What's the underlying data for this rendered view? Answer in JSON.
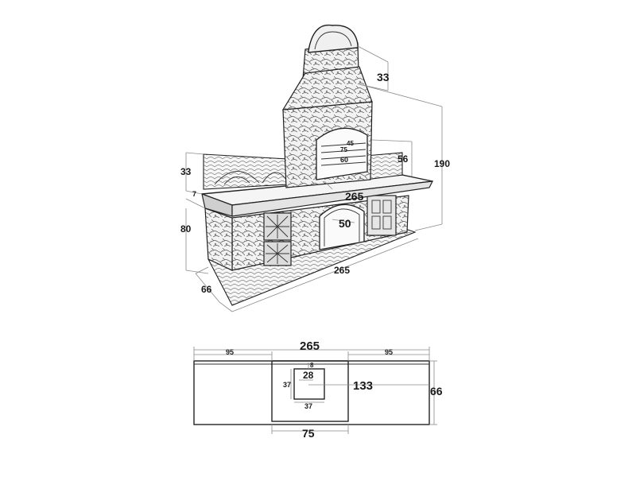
{
  "perspective_dimensions": {
    "chimney_top_offset": "33",
    "total_height": "190",
    "backsplash_height": "33",
    "counter_thickness": "7",
    "base_height": "80",
    "depth": "66",
    "width_front": "265",
    "width_counter": "265",
    "oven_side_height": "56",
    "firebox_width_top": "45",
    "firebox_width_mid": "75",
    "firebox_opening": "60",
    "arch_opening": "50"
  },
  "plan_dimensions": {
    "total_width": "265",
    "left_wing": "95",
    "right_wing": "95",
    "center_width": "75",
    "depth": "66",
    "firebox_offset": "8",
    "firebox_inner": "28",
    "firebox_side": "37",
    "firebox_bottom": "37",
    "firebox_to_edge": "133"
  }
}
